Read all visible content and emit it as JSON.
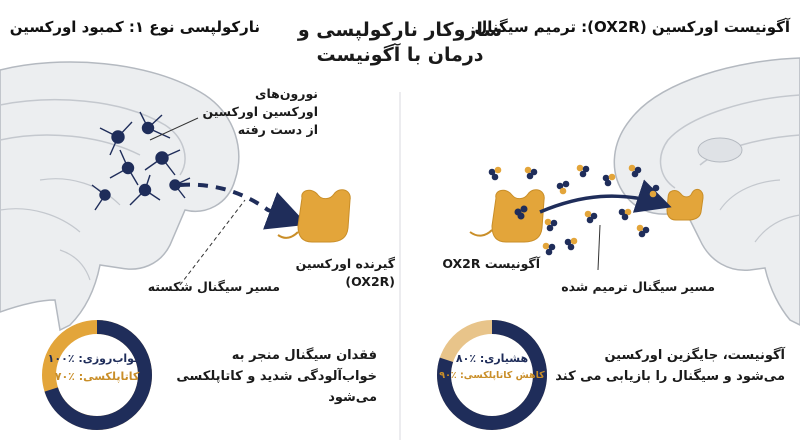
{
  "title": "سازوکار نارکولپسی و درمان با آگونیست",
  "left_panel": {
    "heading": "نارکولپسی نوع ۱: کمبود اورکسین",
    "neurons_label": "نورون‌های اورکسین اورکسین از دست رفته",
    "broken_path_label": "مسیر سیگنال شکسته",
    "receptor_label": "گیرنده اورکسین (OX2R)",
    "caption": "فقدان سیگنال منجر به خواب‌آلودگی شدید و کاتاپلکسی می‌شود",
    "donut": {
      "metric_1": "خواب‌روزی: ٪۱۰۰",
      "metric_2": "کاتاپلکسی: ٪۷۰",
      "value_primary": 70,
      "color_primary": "#1f2d5a",
      "color_secondary": "#e3a53a"
    }
  },
  "right_panel": {
    "heading": "آگونیست اورکسین (OX2R): ترمیم سیگنال",
    "agonist_label": "آگونیست OX2R",
    "restored_path_label": "مسیر سیگنال ترمیم شده",
    "caption": "آگونیست، جایگزین اورکسین می‌شود و سیگنال را بازیابی می کند",
    "donut": {
      "metric_1": "هشیاری: ٪۸۰",
      "metric_2": "کاهش کاتاپلکسی: ٪۹۰",
      "value_primary": 80,
      "color_primary": "#1f2d5a",
      "color_secondary": "#e3a53a",
      "color_tertiary": "#e8c48a"
    }
  },
  "colors": {
    "navy": "#1f2d5a",
    "gold": "#e3a53a",
    "brain_gray": "#e8eaec",
    "outline_gray": "#9aa0a8"
  }
}
